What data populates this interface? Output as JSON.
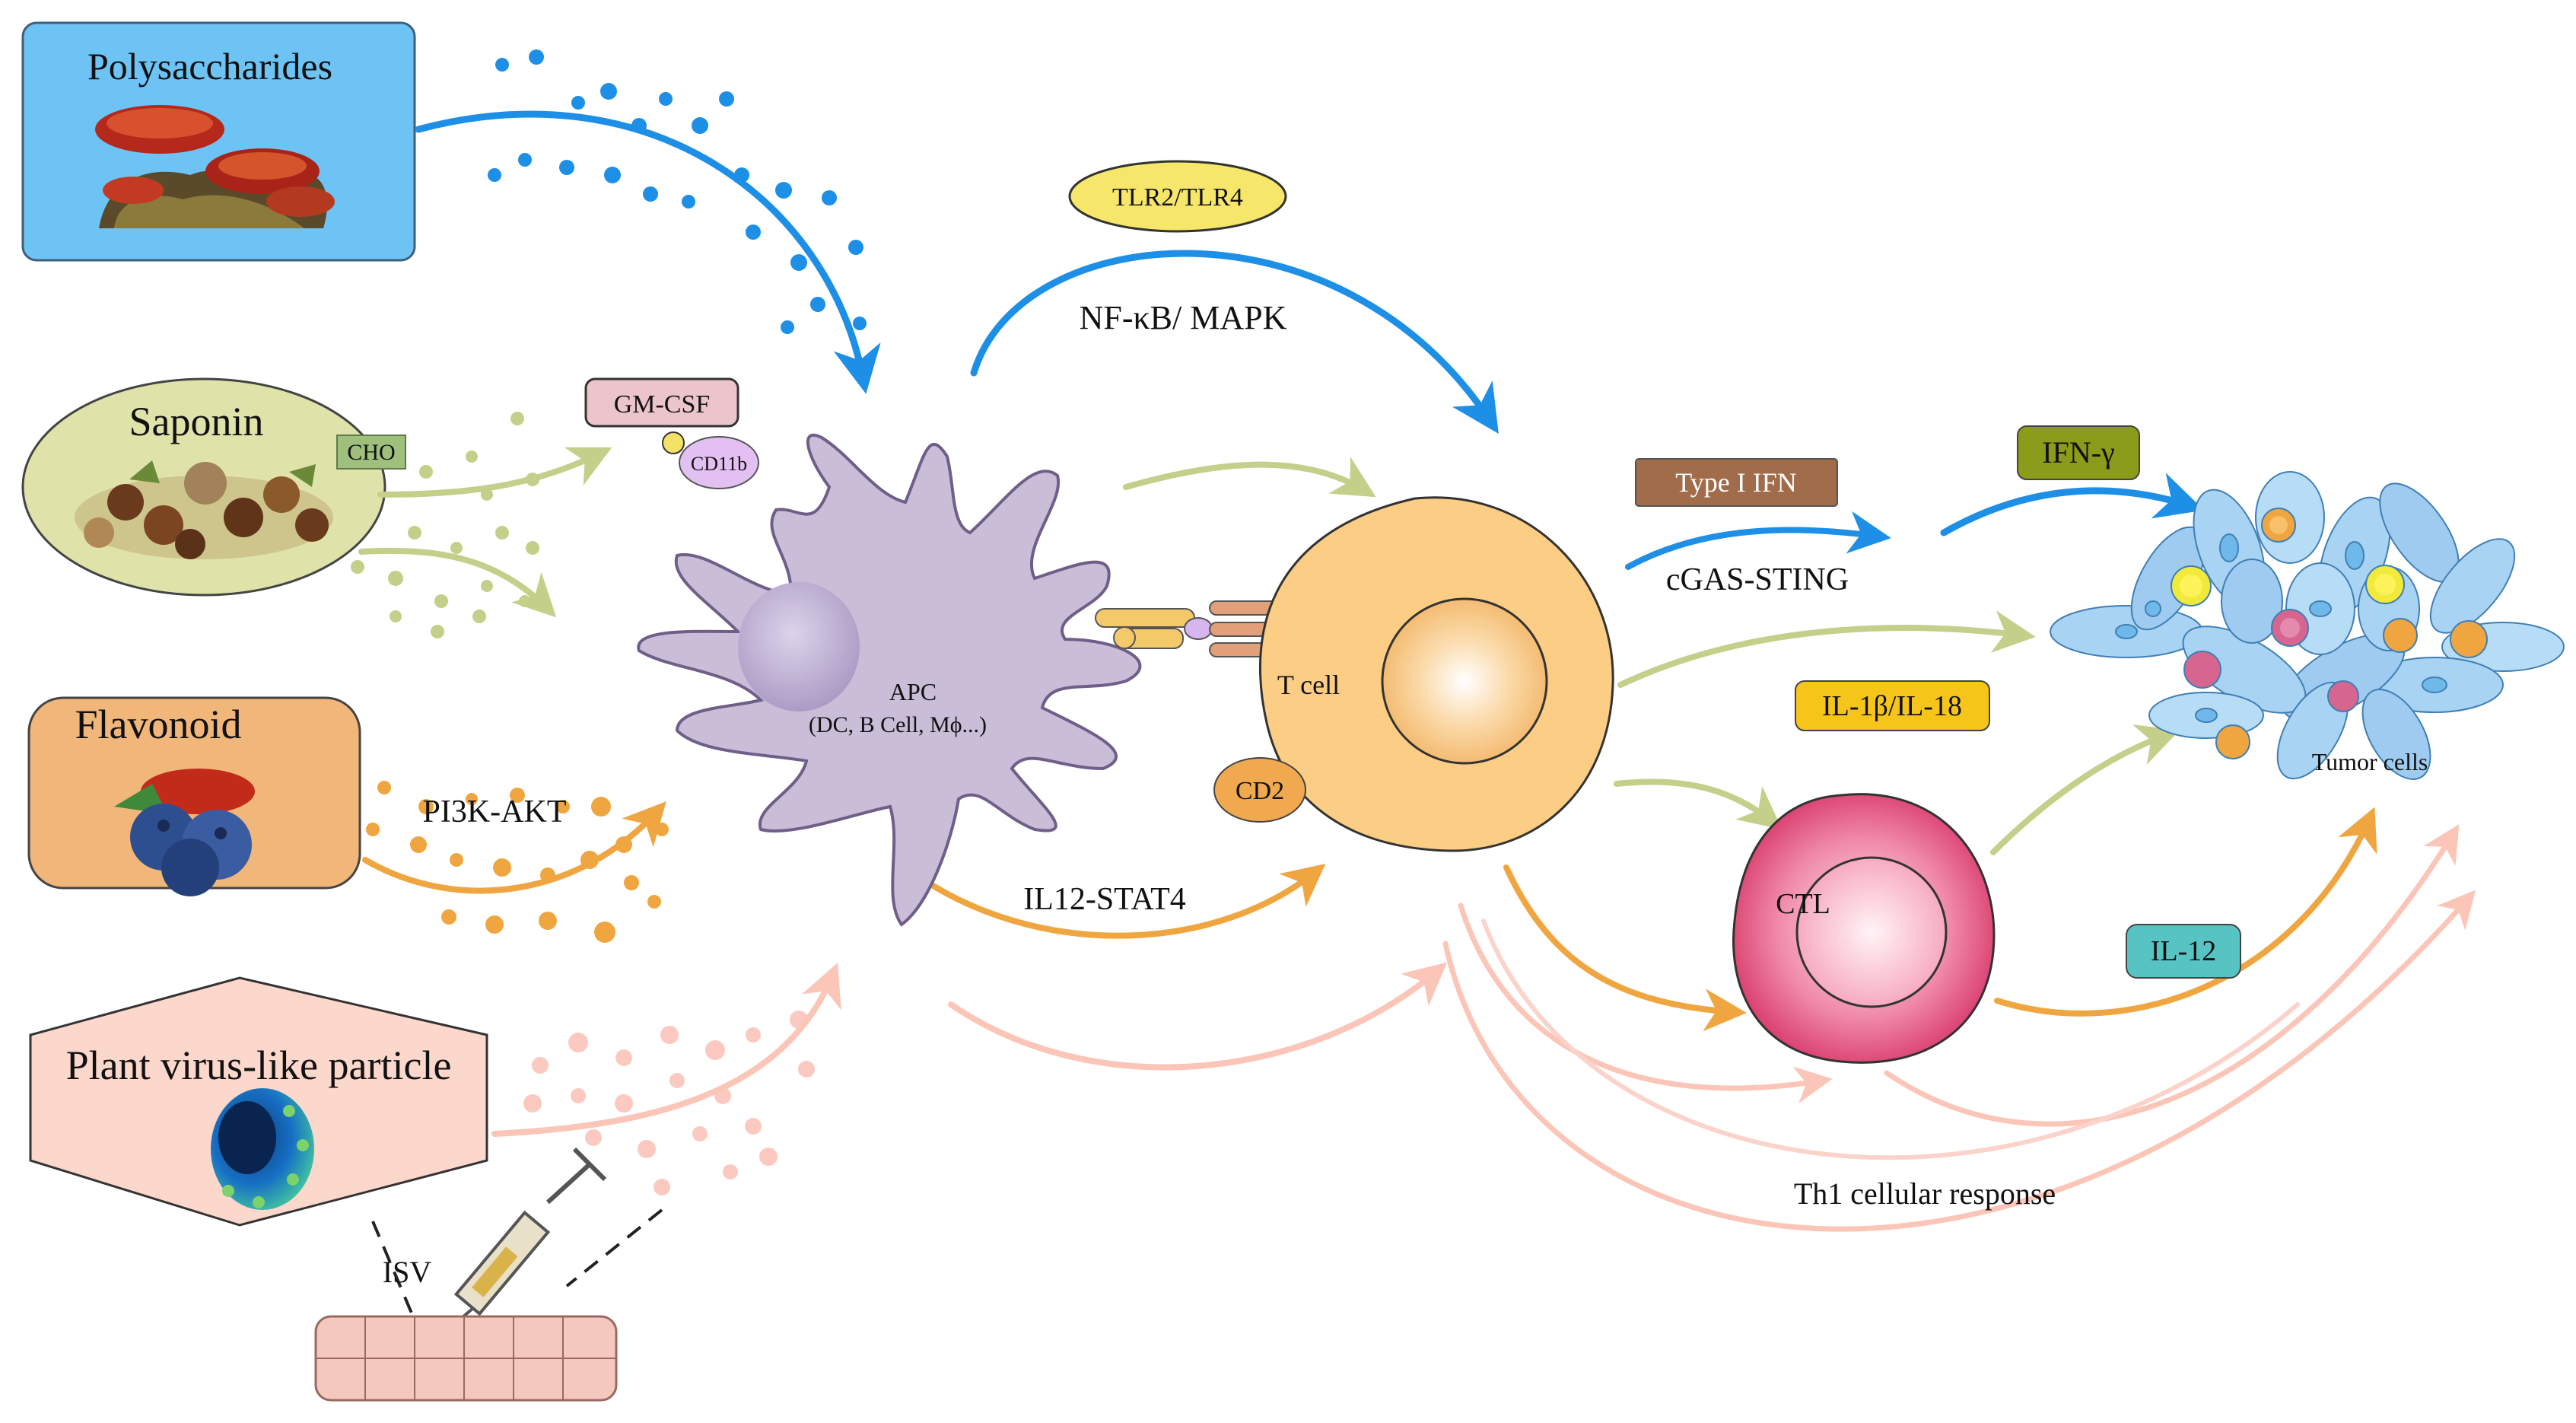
{
  "sources": {
    "polysaccharides": "Polysaccharides",
    "saponin": "Saponin",
    "cho": "CHO",
    "flavonoid": "Flavonoid",
    "plant_vlp": "Plant virus-like particle",
    "isv": "ISV"
  },
  "molecules": {
    "gm_csf": "GM-CSF",
    "cd11b": "CD11b",
    "tlr": "TLR2/TLR4",
    "type1_ifn": "Type I  IFN",
    "ifn_gamma": "IFN-γ",
    "il1b_il18": "IL-1β/IL-18",
    "il12": "IL-12",
    "cd2": "CD2"
  },
  "pathways": {
    "nfkb_mapk": "NF-κB/ MAPK",
    "pi3k_akt": "PI3K-AKT",
    "il12_stat4": "IL12-STAT4",
    "cgas_sting": "cGAS-STING"
  },
  "cells": {
    "apc_line1": "APC",
    "apc_line2": "(DC, B Cell, Mϕ...)",
    "t_cell": "T cell",
    "ctl": "CTL",
    "tumor": "Tumor cells"
  },
  "outcome": {
    "th1": "Th1 cellular response"
  },
  "colors": {
    "polysaccharide_blue": "#1d8fe6",
    "polysaccharide_box": "#6ec3f5",
    "saponin_green": "#c4cf8a",
    "saponin_fill": "#dfe3a9",
    "flavonoid_orange": "#f0a640",
    "flavonoid_fill": "#f1b679",
    "vlp_pink": "#fbcfc4",
    "vlp_fill": "#fcd7cc",
    "apc_purple": "#c9bdd8",
    "tcell_peach": "#fbcd85",
    "ctl_red": "#e4577e",
    "tumor_blue": "#a9d3f2"
  },
  "icons": [
    "mushroom-icon",
    "chestnut-icon",
    "blueberry-icon",
    "virus-particle-icon",
    "syringe-icon",
    "tissue-icon"
  ]
}
